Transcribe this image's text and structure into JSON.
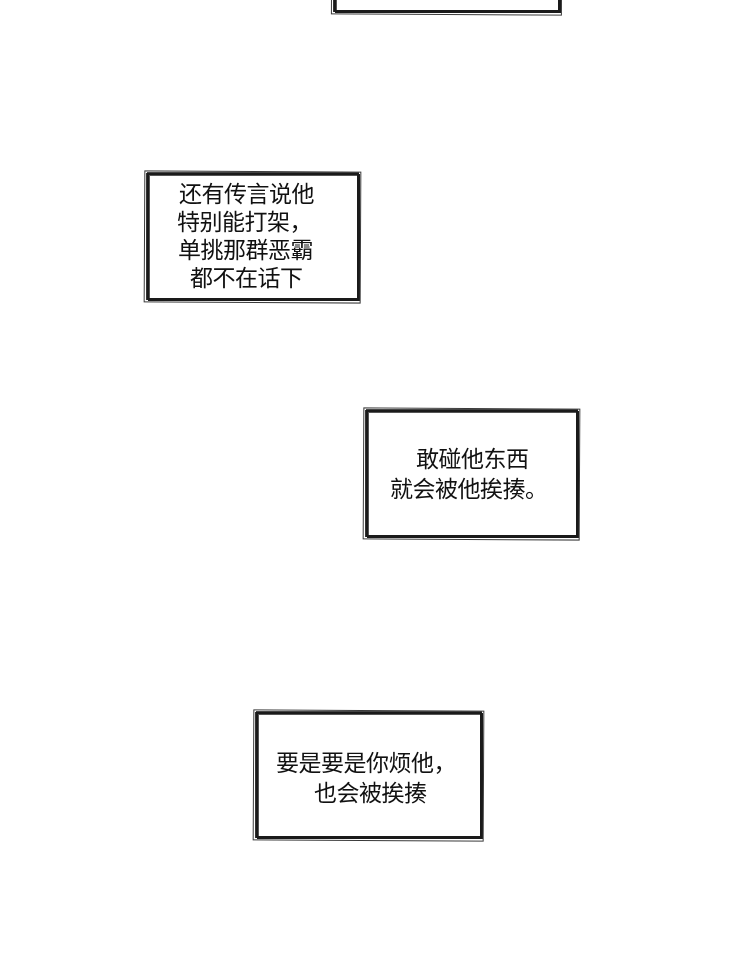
{
  "bubbles": [
    {
      "id": "top",
      "lines": []
    },
    {
      "id": "rumor",
      "lines": [
        "还有传言说他",
        "特别能打架，",
        "单挑那群恶霸",
        "都不在话下"
      ]
    },
    {
      "id": "touch",
      "lines": [
        "敢碰他东西",
        "就会被他挨揍。"
      ]
    },
    {
      "id": "annoy",
      "lines": [
        "要是要是你烦他，",
        "也会被挨揍"
      ]
    }
  ]
}
